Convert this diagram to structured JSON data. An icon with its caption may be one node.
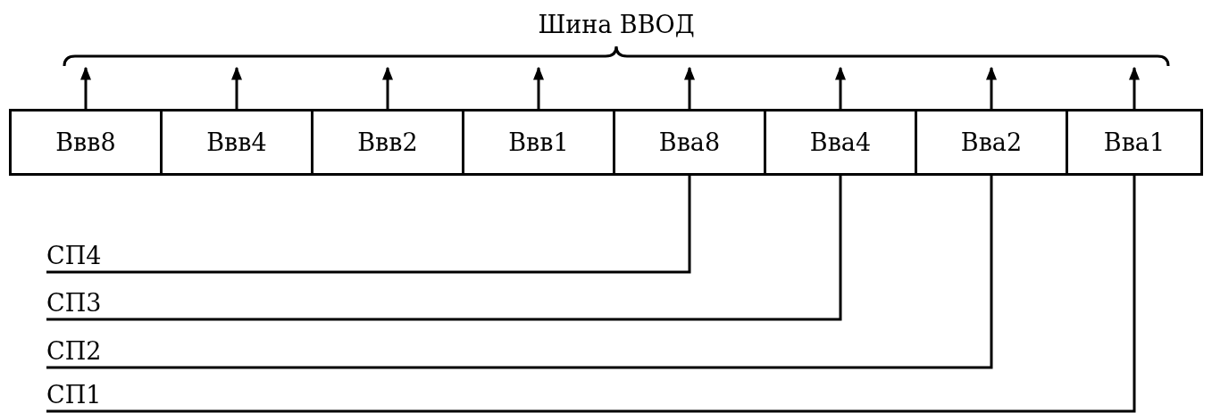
{
  "diagram": {
    "nodes": [
      {
        "text": [
          "Шина ВВОД"
        ]
      },
      {
        "text": [
          "Bвв8"
        ]
      },
      {
        "text": [
          "Bвв4"
        ]
      },
      {
        "text": [
          "Bвв2"
        ]
      },
      {
        "text": [
          "Bвв1"
        ]
      },
      {
        "text": [
          "Bва8"
        ]
      },
      {
        "text": [
          "Bва4"
        ]
      },
      {
        "text": [
          "Bва2"
        ]
      },
      {
        "text": [
          "Bва1"
        ]
      },
      {
        "text": [
          "СП4"
        ]
      },
      {
        "text": [
          "СП3"
        ]
      },
      {
        "text": [
          "СП2"
        ]
      },
      {
        "text": [
          "СП1"
        ]
      }
    ],
    "edges": [
      {
        "from": 1,
        "to": 0,
        "arrow": "to"
      },
      {
        "from": 2,
        "to": 0,
        "arrow": "to"
      },
      {
        "from": 3,
        "to": 0,
        "arrow": "to"
      },
      {
        "from": 4,
        "to": 0,
        "arrow": "to"
      },
      {
        "from": 5,
        "to": 0,
        "arrow": "to"
      },
      {
        "from": 6,
        "to": 0,
        "arrow": "to"
      },
      {
        "from": 7,
        "to": 0,
        "arrow": "to"
      },
      {
        "from": 8,
        "to": 0,
        "arrow": "to"
      },
      {
        "from": 9,
        "to": 5,
        "arrow": "none"
      },
      {
        "from": 10,
        "to": 6,
        "arrow": "none"
      },
      {
        "from": 11,
        "to": 7,
        "arrow": "none"
      },
      {
        "from": 12,
        "to": 8,
        "arrow": "none"
      }
    ]
  }
}
